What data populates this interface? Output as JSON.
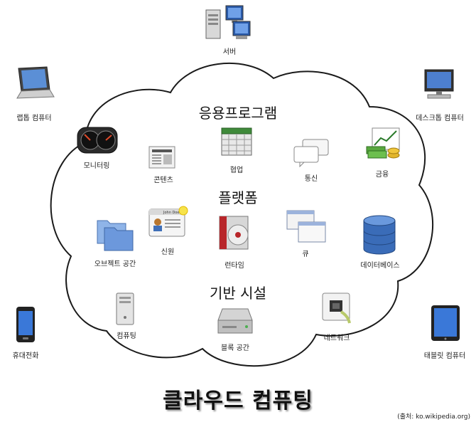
{
  "title": "클라우드 컴퓨팅",
  "source": "(출처: ko.wikipedia.org)",
  "layers": {
    "application": "응용프로그램",
    "platform": "플랫폼",
    "infrastructure": "기반 시설"
  },
  "devices": {
    "server": "서버",
    "laptop": "랩톱 컴퓨터",
    "desktop": "데스크톱 컴퓨터",
    "phone": "휴대전화",
    "tablet": "태블릿 컴퓨터"
  },
  "application_items": {
    "monitoring": "모니터링",
    "content": "콘텐츠",
    "collaboration": "협업",
    "communication": "통신",
    "finance": "금융"
  },
  "platform_items": {
    "object_storage": "오브젝트 공간",
    "identity": "신원",
    "runtime": "런타임",
    "queue": "큐",
    "database": "데이터베이스"
  },
  "infrastructure_items": {
    "compute": "컴퓨팅",
    "block_storage": "블록 공간",
    "network": "네트워크"
  },
  "id_card_text": "John Doe"
}
